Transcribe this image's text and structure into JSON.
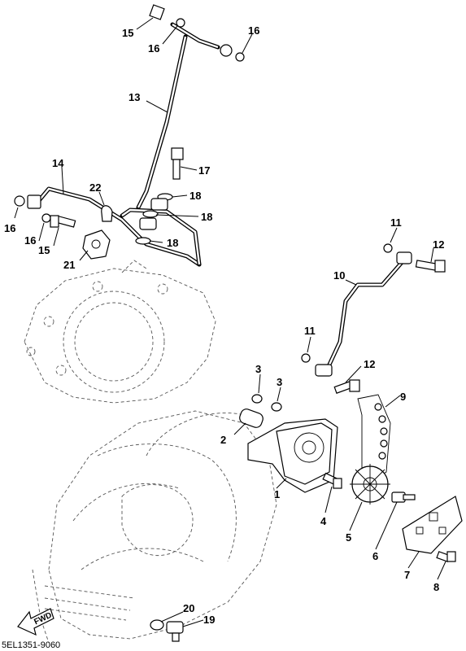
{
  "diagram": {
    "code": "5EL1351-9060",
    "fwd_label": "FWD",
    "callouts": [
      {
        "id": "c1",
        "text": "1"
      },
      {
        "id": "c2",
        "text": "2"
      },
      {
        "id": "c3a",
        "text": "3"
      },
      {
        "id": "c3b",
        "text": "3"
      },
      {
        "id": "c4",
        "text": "4"
      },
      {
        "id": "c5",
        "text": "5"
      },
      {
        "id": "c6",
        "text": "6"
      },
      {
        "id": "c7",
        "text": "7"
      },
      {
        "id": "c8",
        "text": "8"
      },
      {
        "id": "c9",
        "text": "9"
      },
      {
        "id": "c10",
        "text": "10"
      },
      {
        "id": "c11a",
        "text": "11"
      },
      {
        "id": "c11b",
        "text": "11"
      },
      {
        "id": "c12a",
        "text": "12"
      },
      {
        "id": "c12b",
        "text": "12"
      },
      {
        "id": "c13",
        "text": "13"
      },
      {
        "id": "c14",
        "text": "14"
      },
      {
        "id": "c15a",
        "text": "15"
      },
      {
        "id": "c15b",
        "text": "15"
      },
      {
        "id": "c16a",
        "text": "16"
      },
      {
        "id": "c16b",
        "text": "16"
      },
      {
        "id": "c16c",
        "text": "16"
      },
      {
        "id": "c16d",
        "text": "16"
      },
      {
        "id": "c17",
        "text": "17"
      },
      {
        "id": "c18a",
        "text": "18"
      },
      {
        "id": "c18b",
        "text": "18"
      },
      {
        "id": "c18c",
        "text": "18"
      },
      {
        "id": "c19",
        "text": "19"
      },
      {
        "id": "c20",
        "text": "20"
      },
      {
        "id": "c21",
        "text": "21"
      },
      {
        "id": "c22",
        "text": "22"
      }
    ]
  }
}
